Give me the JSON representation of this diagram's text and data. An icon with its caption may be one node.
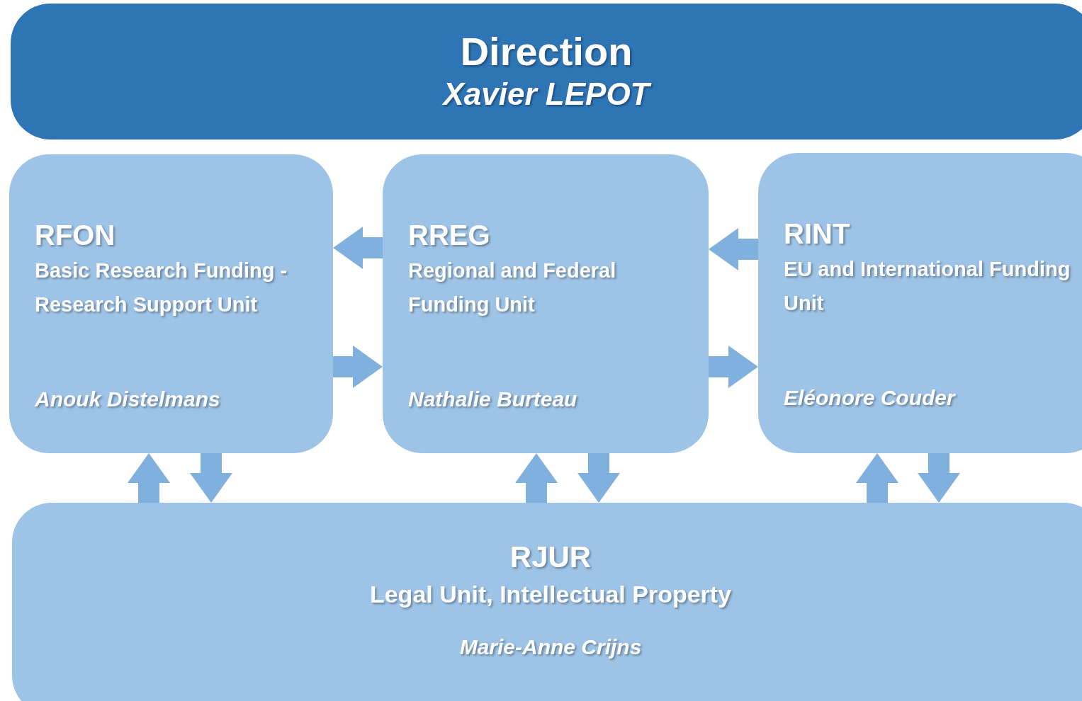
{
  "diagram": {
    "nodes": [
      {
        "text": [
          "Direction",
          "Xavier LEPOT"
        ]
      },
      {
        "text": [
          "RFON",
          "Basic Research Funding - Research Support Unit",
          "Anouk Distelmans"
        ]
      },
      {
        "text": [
          "RREG",
          "Regional and Federal Funding Unit",
          "Nathalie Burteau"
        ]
      },
      {
        "text": [
          "RINT",
          "EU and International Funding Unit",
          "Eléonore Couder"
        ]
      },
      {
        "text": [
          "RJUR",
          "Legal Unit, Intellectual Property",
          "Marie-Anne Crijns"
        ]
      }
    ],
    "edges": [
      {
        "from": 2,
        "to": 1,
        "arrow": "to"
      },
      {
        "from": 1,
        "to": 2,
        "arrow": "to"
      },
      {
        "from": 3,
        "to": 2,
        "arrow": "to"
      },
      {
        "from": 2,
        "to": 3,
        "arrow": "to"
      },
      {
        "from": 4,
        "to": 1,
        "arrow": "to"
      },
      {
        "from": 1,
        "to": 4,
        "arrow": "to"
      },
      {
        "from": 4,
        "to": 2,
        "arrow": "to"
      },
      {
        "from": 2,
        "to": 4,
        "arrow": "to"
      },
      {
        "from": 4,
        "to": 3,
        "arrow": "to"
      },
      {
        "from": 3,
        "to": 4,
        "arrow": "to"
      }
    ]
  }
}
